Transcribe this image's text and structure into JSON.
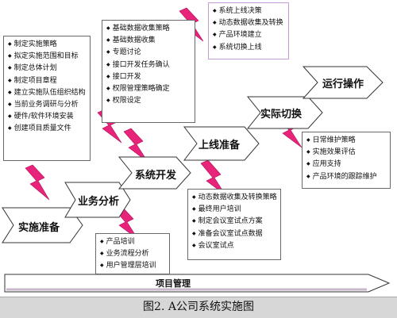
{
  "phases": {
    "prepare": "实施准备",
    "analysis": "业务分析",
    "development": "系统开发",
    "golive_prep": "上线准备",
    "cutover": "实际切换",
    "operation": "运行操作"
  },
  "boxes": {
    "prepare": [
      "制定实施策略",
      "拟定实施范围和目标",
      "制定总体计划",
      "制定项目章程",
      "建立实施队伍组织结构",
      "当前业务调研与分析",
      "硬件/软件环境安装",
      "创建项目质量文件"
    ],
    "analysis": [
      "产品培训",
      "业务流程分析",
      "用户管理层培训"
    ],
    "development": [
      "基础数据收集策略",
      "基础数据收集",
      "专题讨论",
      "接口开发任务确认",
      "接口开发",
      "权限管理策略确定",
      "权限设定"
    ],
    "golive_prep": [
      "动态数据收集及转换策略",
      "最终用户培训",
      "制定会议室试点方案",
      "准备会议室试点数据",
      "会议室试点"
    ],
    "cutover": [
      "系统上线决策",
      "动态数据收集及转换",
      "产品环境建立",
      "系统切换上线"
    ],
    "operation": [
      "日常维护策略",
      "实施效果评估",
      "应用支持",
      "产品环境的跟踪维护"
    ]
  },
  "bottom_bar": {
    "label": "项目管理"
  },
  "caption": "图2.  A公司系统实施图",
  "colors": {
    "lightning": "#e8237a",
    "arrow_fill": "#ffffff",
    "stroke": "#333333",
    "cutover_border": "#c79ad8"
  }
}
